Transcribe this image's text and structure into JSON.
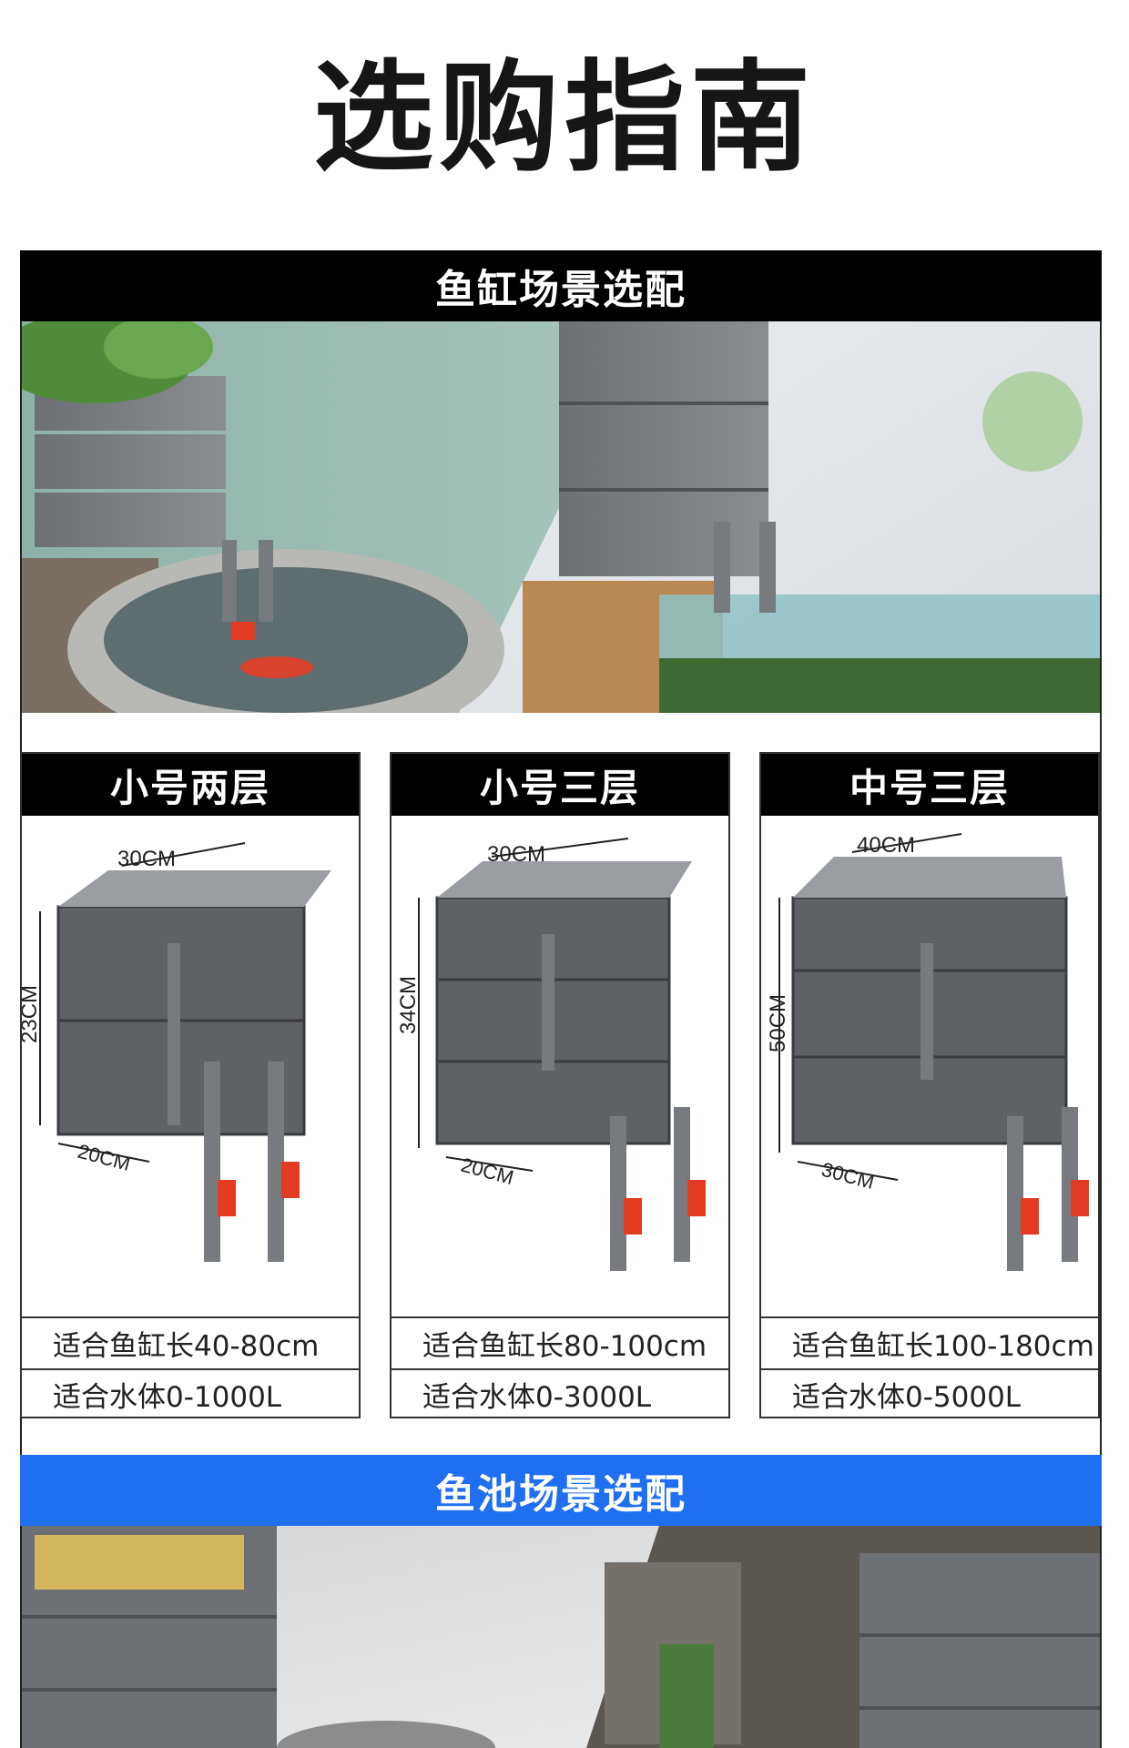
{
  "page": {
    "title": "选购指南"
  },
  "aquarium_section": {
    "title": "鱼缸场景选配"
  },
  "pond_section": {
    "title": "鱼池场景选配"
  },
  "colors": {
    "section_black": "#000000",
    "section_blue": "#1f6ff0",
    "box_grey": "#5e6166",
    "valve_red": "#e33b22"
  },
  "products": [
    {
      "name": "小号两层",
      "dim_width": "30CM",
      "dim_height": "23CM",
      "dim_depth": "20CM",
      "tank_length": "适合鱼缸长40-80cm",
      "water_volume": "适合水体0-1000L"
    },
    {
      "name": "小号三层",
      "dim_width": "30CM",
      "dim_height": "34CM",
      "dim_depth": "20CM",
      "tank_length": "适合鱼缸长80-100cm",
      "water_volume": "适合水体0-3000L"
    },
    {
      "name": "中号三层",
      "dim_width": "40CM",
      "dim_height": "50CM",
      "dim_depth": "30CM",
      "tank_length": "适合鱼缸长100-180cm",
      "water_volume": "适合水体0-5000L"
    }
  ]
}
